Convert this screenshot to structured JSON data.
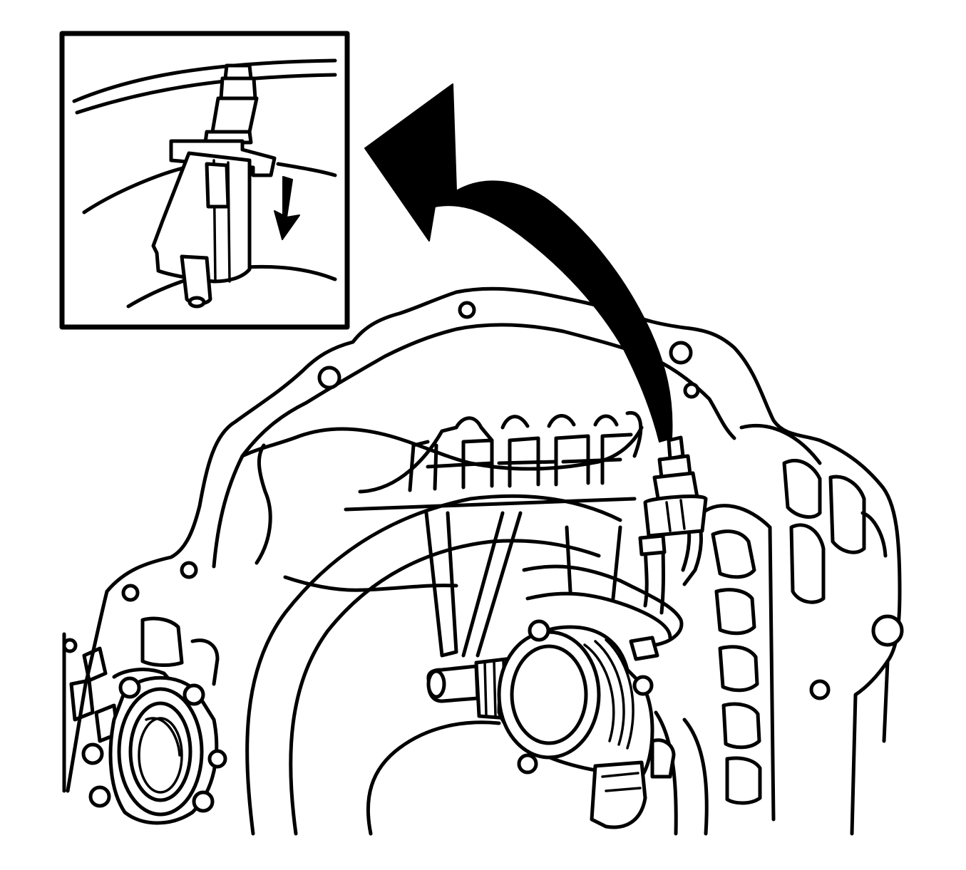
{
  "figure": {
    "kind": "service-manual-line-drawing",
    "colors": {
      "line": "#000000",
      "background": "#ffffff"
    },
    "icons": {
      "detail_inset": "detail-magnifier-inset",
      "callout_arrow": "curved-arrow-callout",
      "removal_arrow": "down-arrow-icon"
    },
    "components": [
      "transmission-clutch-housing",
      "concentric-slave-cylinder",
      "hydraulic-line",
      "bleeder-connector",
      "input-shaft",
      "output-seal"
    ]
  }
}
